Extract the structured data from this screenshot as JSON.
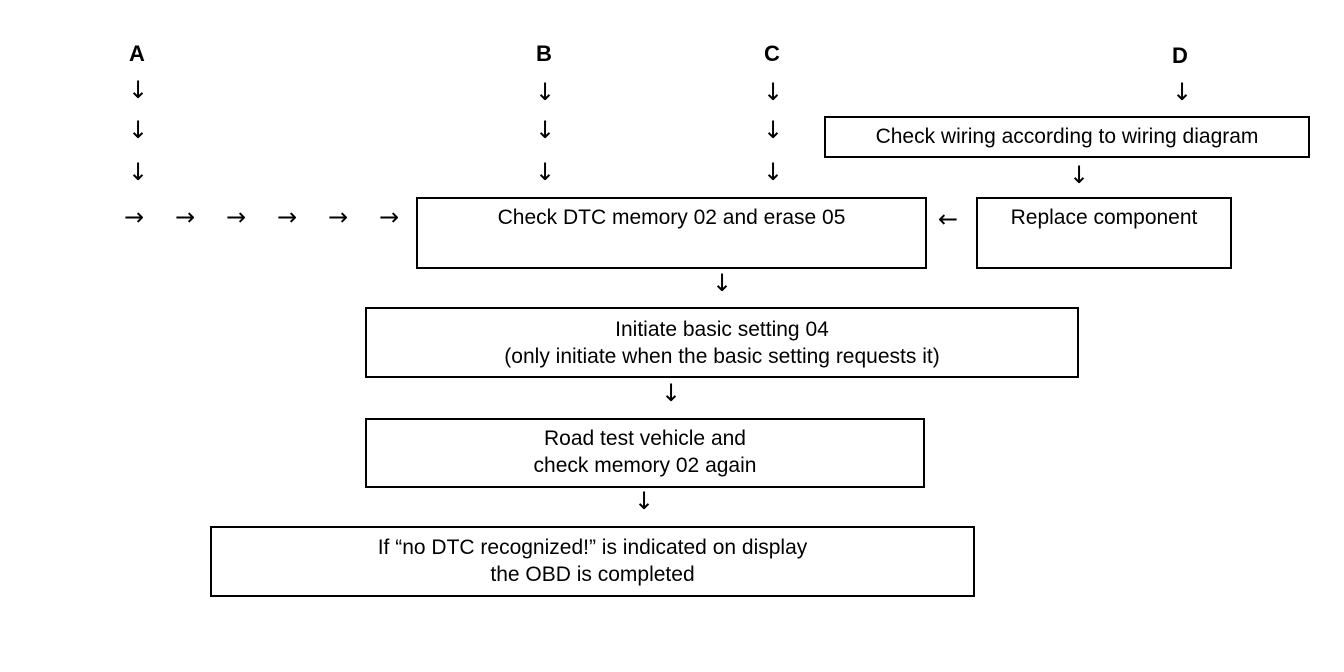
{
  "labels": {
    "a": "A",
    "b": "B",
    "c": "C",
    "d": "D"
  },
  "arrows": {
    "down": "↓",
    "right": "→",
    "left": "←"
  },
  "boxes": {
    "check_wiring": "Check wiring according to wiring diagram",
    "check_dtc": "Check DTC memory 02 and erase 05",
    "replace": "Replace component",
    "basic_setting": [
      "Initiate basic setting 04",
      "(only initiate when the basic setting requests it)"
    ],
    "road_test": [
      "Road test vehicle and",
      "check memory 02 again"
    ],
    "completed": [
      "If “no DTC recognized!” is indicated on display",
      "the OBD is completed"
    ]
  }
}
